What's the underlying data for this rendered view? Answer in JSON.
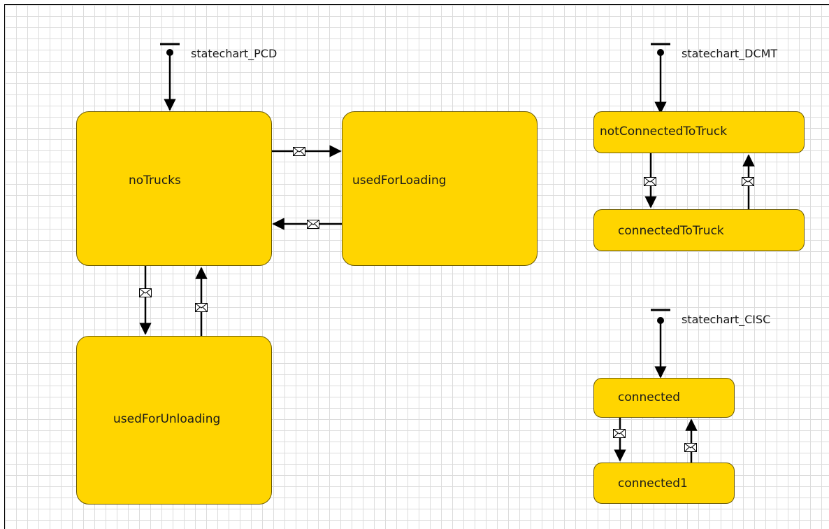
{
  "theme": {
    "state_fill": "#FFD500",
    "state_border": "#6b5a00",
    "grid_line": "#dcdcdc",
    "arrow": "#000000"
  },
  "statecharts": [
    {
      "name": "statechart_PCD",
      "states": [
        "noTrucks",
        "usedForLoading",
        "usedForUnloading"
      ]
    },
    {
      "name": "statechart_DCMT",
      "states": [
        "notConnectedToTruck",
        "connectedToTruck"
      ]
    },
    {
      "name": "statechart_CISC",
      "states": [
        "connected",
        "connected1"
      ]
    }
  ],
  "transitions": [
    {
      "from": "noTrucks",
      "to": "usedForLoading",
      "trigger": "message-icon"
    },
    {
      "from": "usedForLoading",
      "to": "noTrucks",
      "trigger": "message-icon"
    },
    {
      "from": "noTrucks",
      "to": "usedForUnloading",
      "trigger": "message-icon"
    },
    {
      "from": "usedForUnloading",
      "to": "noTrucks",
      "trigger": "message-icon"
    },
    {
      "from": "notConnectedToTruck",
      "to": "connectedToTruck",
      "trigger": "message-icon"
    },
    {
      "from": "connectedToTruck",
      "to": "notConnectedToTruck",
      "trigger": "message-icon"
    },
    {
      "from": "connected",
      "to": "connected1",
      "trigger": "message-icon"
    },
    {
      "from": "connected1",
      "to": "connected",
      "trigger": "message-icon"
    }
  ]
}
